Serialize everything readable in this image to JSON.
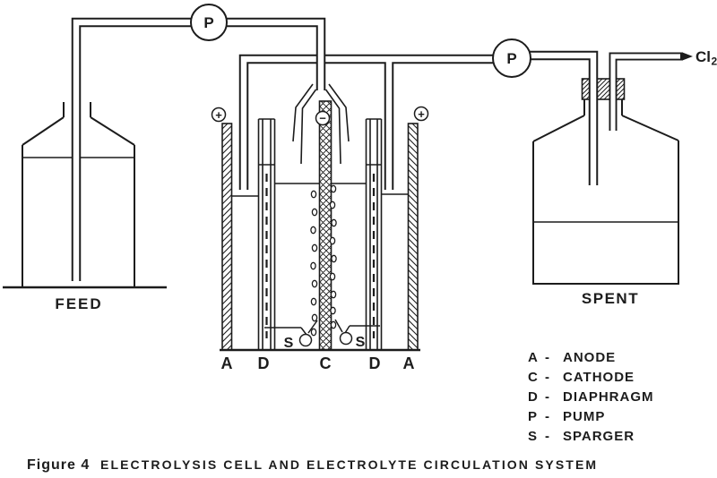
{
  "colors": {
    "ink": "#1c1c1c",
    "paper": "#ffffff"
  },
  "feed_tank": {
    "label": "FEED"
  },
  "spent_tank": {
    "label": "SPENT"
  },
  "pump_left": {
    "label": "P"
  },
  "pump_right": {
    "label": "P"
  },
  "gas_outlet": {
    "element": "Cl",
    "subscript": "2"
  },
  "cell": {
    "anode_plus_left": "+",
    "anode_plus_right": "+",
    "cathode_minus": "−",
    "sparger_left": "S",
    "sparger_right": "S",
    "bottom_labels": [
      "A",
      "D",
      "C",
      "D",
      "A"
    ]
  },
  "legend": {
    "separator": "-",
    "items": [
      {
        "symbol": "A",
        "name": "ANODE"
      },
      {
        "symbol": "C",
        "name": "CATHODE"
      },
      {
        "symbol": "D",
        "name": "DIAPHRAGM"
      },
      {
        "symbol": "P",
        "name": "PUMP"
      },
      {
        "symbol": "S",
        "name": "SPARGER"
      }
    ]
  },
  "caption": {
    "label": "Figure 4",
    "title": "ELECTROLYSIS CELL AND ELECTROLYTE CIRCULATION SYSTEM"
  }
}
